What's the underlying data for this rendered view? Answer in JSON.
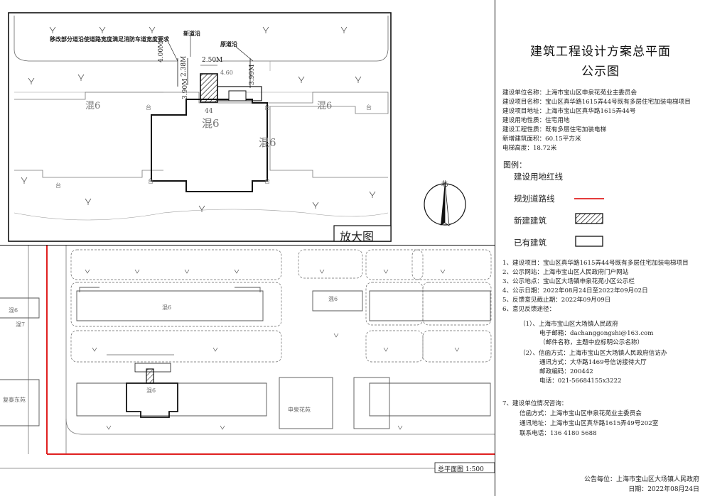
{
  "header": {
    "title": "建筑工程设计方案总平面",
    "subtitle": "公示图"
  },
  "project_info": [
    "建设单位名称：上海市宝山区申泉花苑业主委员会",
    "建设项目名称：宝山区真华路1615弄44号既有多层住宅加装电梯项目",
    "建设项目地址：上海市宝山区真华路1615弄44号",
    "建设用地性质：住宅用地",
    "建设工程性质：既有多层住宅加装电梯",
    "新增建筑面积：60.15平方米",
    "电梯高度：18.72米"
  ],
  "legend": {
    "heading": "图例：",
    "items": [
      {
        "label": "建设用地红线",
        "color": "#e02020"
      },
      {
        "label": "规划道路线",
        "color": "#e02020"
      },
      {
        "label": "新建建筑",
        "symbol": "hatched-box"
      },
      {
        "label": "已有建筑",
        "symbol": "outline-box"
      }
    ]
  },
  "notice": [
    "1、建设项目：宝山区真华路1615弄44号既有多层住宅加装电梯项目",
    "2、公示网站：上海市宝山区人民政府门户网站",
    "3、公示地点：宝山区大场镇申泉花苑小区公示栏",
    "4、公示日期：2022年08月24日至2022年09月02日",
    "5、反馈意见截止期：2022年09月09日",
    "6、意见反馈途径："
  ],
  "feedback": [
    "（1）、上海市宝山区大场镇人民政府",
    "电子邮箱：dachanggongshi@163.com",
    "（邮件名称，主题中应标明公示名称）",
    "（2）、信函方式：上海市宝山区大场镇人民政府信访办",
    "通讯方式：大华路1469号信访接待大厅",
    "邮政编码：200442",
    "电话：021-56684155x3222"
  ],
  "contact": [
    "7、建设单位情况咨询：",
    "信函方式：上海市宝山区申泉花苑业主委员会",
    "通讯地址：上海市宝山区真华路1615弄49号202室",
    "联系电话：136 4180 5688"
  ],
  "footer": {
    "publisher": "公告每位：上海市宝山区大场镇人民政府",
    "date": "日期：2022年08月24日"
  },
  "enlarged": {
    "label": "放大图",
    "note": "移改部分道沿使道路宽度满足消防车道宽度要求",
    "new_curb": "新道沿",
    "old_curb": "原道沿",
    "dims": [
      "4.00M",
      "2.38M",
      "3.90M",
      "2.50M",
      "3.99M",
      "4.60"
    ],
    "building_no": "44",
    "labels": [
      "混6",
      "混6",
      "混6",
      "混6",
      "台",
      "台",
      "台",
      "台",
      "台",
      "台"
    ]
  },
  "site_plan": {
    "scale_label": "总平面图 1:500",
    "labels": [
      "申泉花苑",
      "复泰东苑",
      "混6",
      "混7",
      "混6",
      "混6",
      "混6"
    ]
  },
  "colors": {
    "red_line": "#e02020",
    "ink": "#111111"
  }
}
